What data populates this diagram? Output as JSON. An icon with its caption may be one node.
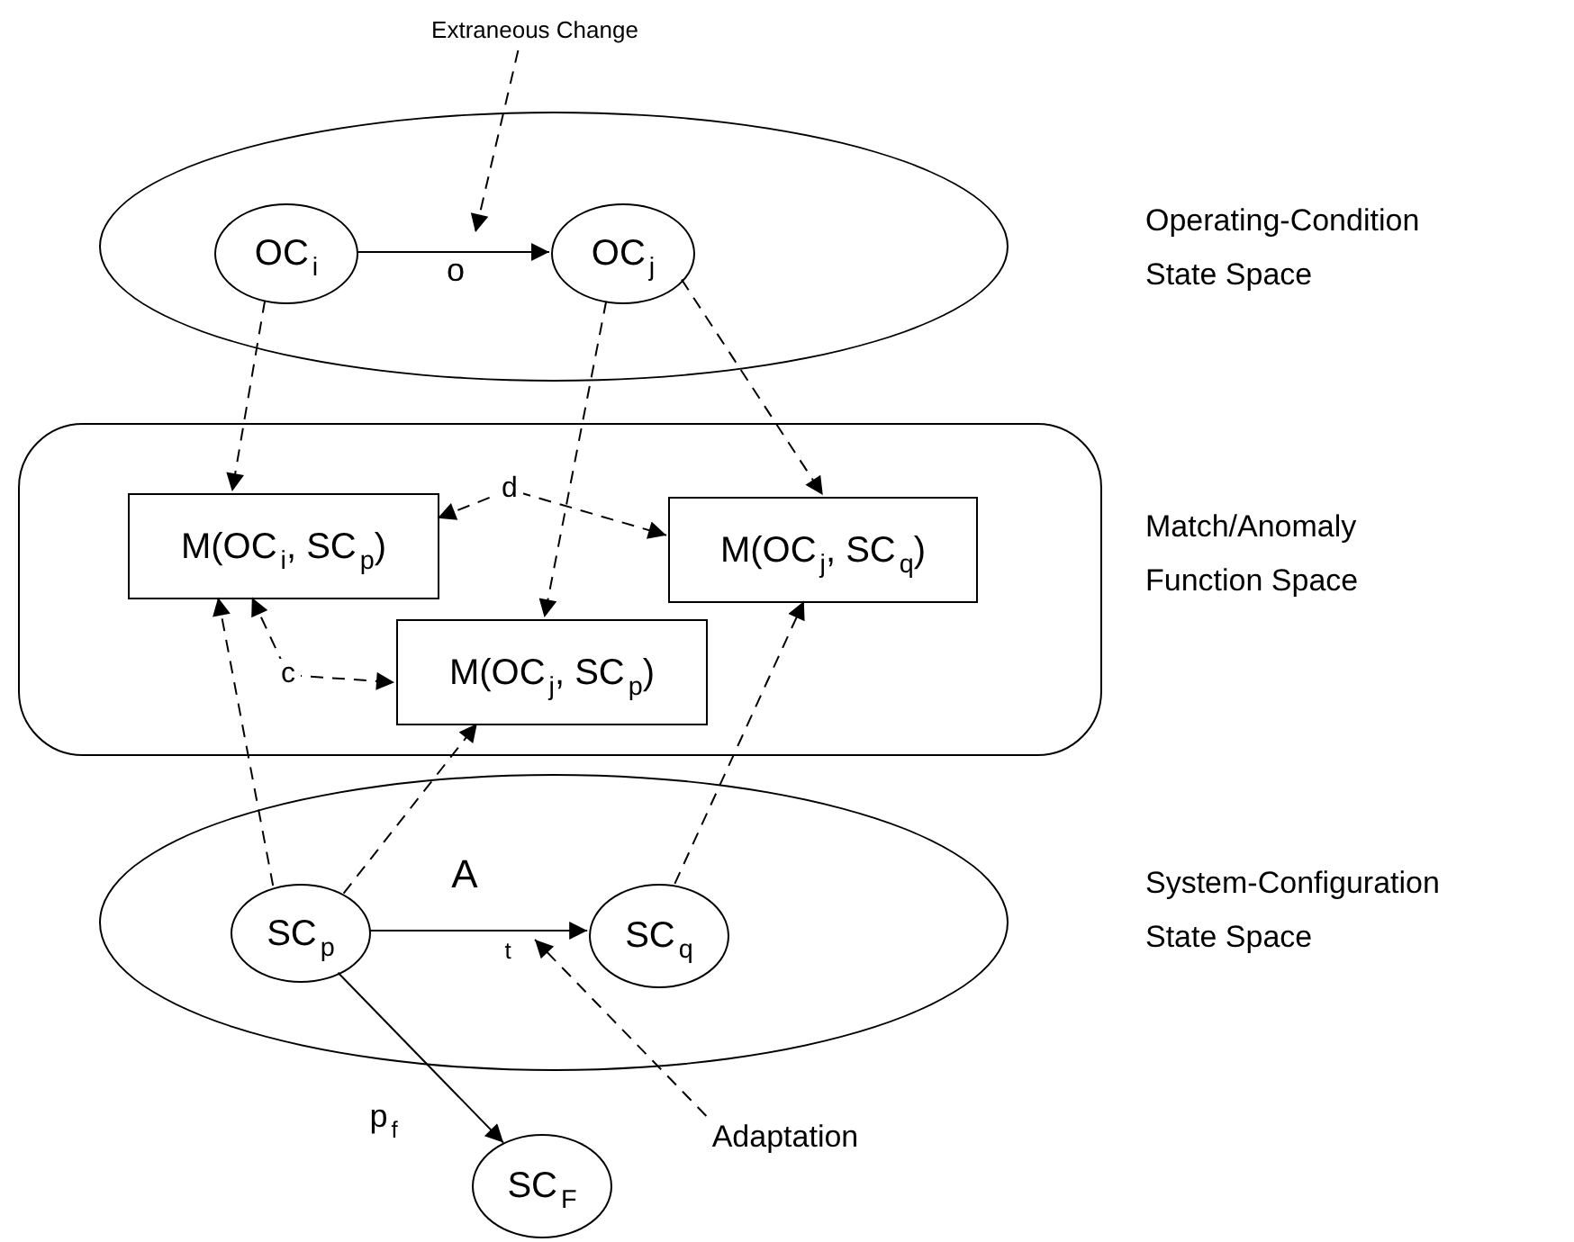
{
  "diagram": {
    "nodes": [
      {
        "text": [],
        "shape": "ellipse"
      },
      {
        "text": [
          "OC$_{i}$"
        ],
        "in": 0
      },
      {
        "text": [
          "OC$_{j}$"
        ],
        "in": 0
      },
      {
        "text": [
          "Extraneous Change"
        ]
      },
      {
        "text": [],
        "shape": "box"
      },
      {
        "text": [
          "M(OC$_{i}$, SC$_{p}$)"
        ],
        "in": 4
      },
      {
        "text": [
          "M(OC$_{j}$, SC$_{q}$)"
        ],
        "in": 4
      },
      {
        "text": [
          "M(OC$_{j}$, SC$_{p}$)"
        ],
        "in": 4
      },
      {
        "text": [],
        "shape": "ellipse"
      },
      {
        "text": [
          "SC$_{p}$"
        ],
        "in": 8
      },
      {
        "text": [
          "SC$_{q}$"
        ],
        "in": 8
      },
      {
        "text": [
          "SC$_{F}$"
        ]
      },
      {
        "text": [
          "Adaptation"
        ]
      }
    ],
    "edges": [
      {
        "from": 1,
        "to": 2,
        "arrow": "to",
        "label": "o"
      },
      {
        "from": 3,
        "to": null,
        "arrow": "to",
        "style": "dashed"
      },
      {
        "from": 1,
        "to": 5,
        "arrow": "to",
        "style": "dashed"
      },
      {
        "from": 2,
        "to": 7,
        "arrow": "to",
        "style": "dashed"
      },
      {
        "from": 2,
        "to": 6,
        "arrow": "to",
        "style": "dashed"
      },
      {
        "from": 5,
        "to": 6,
        "arrow": "both",
        "style": "dashed",
        "label": "d"
      },
      {
        "from": 5,
        "to": 7,
        "arrow": "both",
        "style": "dashed",
        "label": "c"
      },
      {
        "from": 9,
        "to": 5,
        "arrow": "to",
        "style": "dashed"
      },
      {
        "from": 9,
        "to": 7,
        "arrow": "to",
        "style": "dashed"
      },
      {
        "from": 10,
        "to": 6,
        "arrow": "to",
        "style": "dashed"
      },
      {
        "from": 9,
        "to": 10,
        "arrow": "to",
        "label": "t"
      },
      {
        "from": 9,
        "to": 11,
        "arrow": "to",
        "label": "p$_{f}$"
      },
      {
        "from": 12,
        "to": null,
        "arrow": "to",
        "style": "dashed"
      }
    ],
    "labels": [
      "Operating-Condition State Space",
      "Match/Anomaly Function Space",
      "A",
      "System-Configuration State Space"
    ]
  }
}
